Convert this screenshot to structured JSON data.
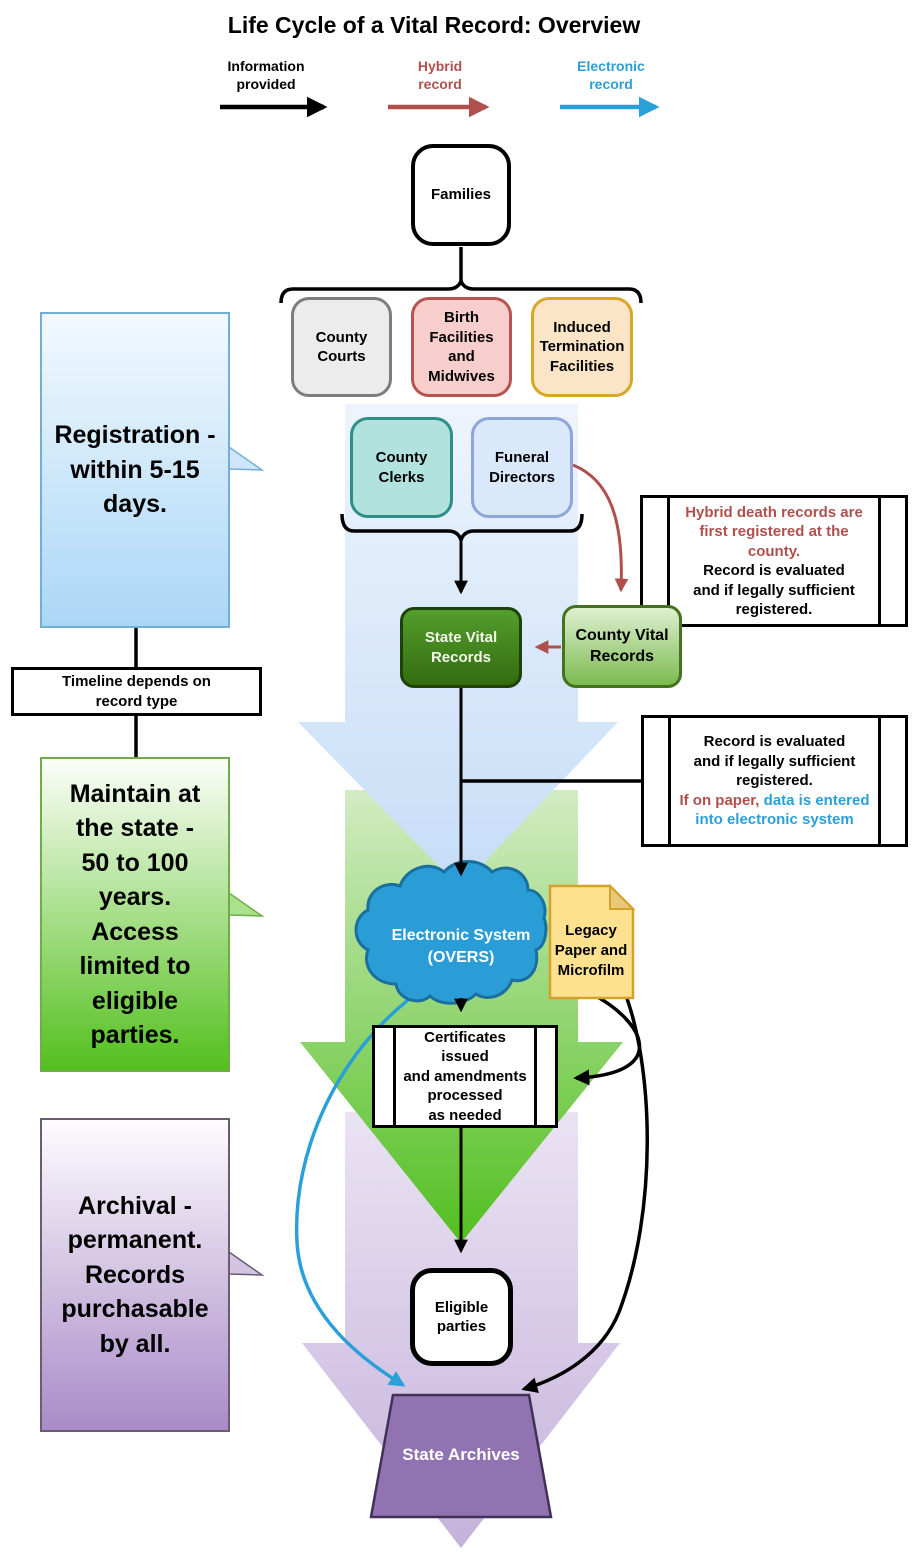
{
  "title": "Life Cycle of a Vital Record: Overview",
  "legend": {
    "items": [
      {
        "label": "Information\nprovided",
        "arrow_color": "#000000"
      },
      {
        "label": "Hybrid\nrecord",
        "arrow_color": "#b0504d"
      },
      {
        "label": "Electronic\nrecord",
        "arrow_color": "#2b9fd8"
      }
    ]
  },
  "nodes": {
    "families": "Families",
    "county_courts": "County\nCourts",
    "birth_facilities": "Birth\nFacilities\nand\nMidwives",
    "induced_termination": "Induced\nTermination\nFacilities",
    "county_clerks": "County\nClerks",
    "funeral_directors": "Funeral\nDirectors",
    "state_vital_records": "State Vital\nRecords",
    "county_vital_records": "County Vital\nRecords",
    "electronic_system": "Electronic System\n(OVERS)",
    "legacy_paper": "Legacy\nPaper and\nMicrofilm",
    "certificates": "Certificates issued\nand amendments\nprocessed\nas needed",
    "eligible_parties": "Eligible\nparties",
    "state_archives": "State Archives"
  },
  "callouts": {
    "registration": "Registration -\nwithin 5-15\ndays.",
    "timeline": "Timeline depends on\nrecord type",
    "maintain": "Maintain at\nthe state -\n50 to 100\nyears.\nAccess\nlimited to\neligible\nparties.",
    "archival": "Archival -\npermanent.\nRecords\npurchasable\nby all."
  },
  "notes": {
    "hybrid": {
      "red_text": "Hybrid death records are\nfirst registered at the\ncounty.\n",
      "black_text": "Record is evaluated\nand if legally sufficient\nregistered."
    },
    "evaluation": {
      "black_text": "Record is evaluated\nand if legally sufficient\nregistered.\n",
      "red_text": "If on paper,",
      "blue_text": " data is entered\ninto electronic system"
    }
  },
  "colors": {
    "hybrid_red": "#b0504d",
    "electronic_blue": "#2b9fd8",
    "information_black": "#000000",
    "registration_phase_arrow": "#c6ddf7",
    "maintain_phase_arrow": "#52bf20",
    "archival_phase_arrow": "#c5b2db",
    "state_vital_green": "#3a7a17",
    "county_vital_green": "#7cbb51",
    "cloud_blue": "#2a9dd7",
    "legacy_yellow": "#fde18f",
    "archives_purple": "#9273b1"
  }
}
